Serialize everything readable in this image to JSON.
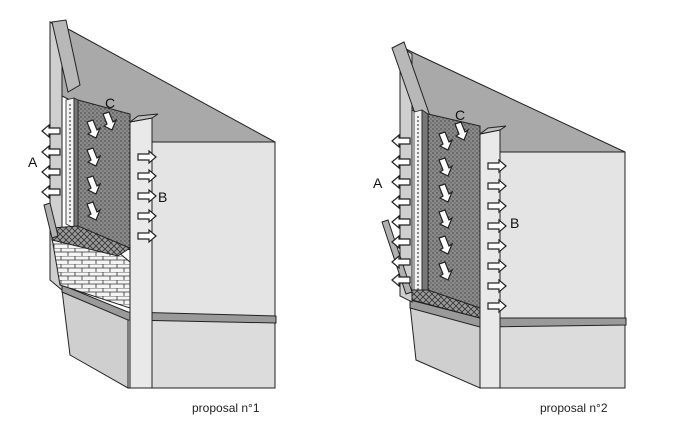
{
  "figures": [
    {
      "caption": "proposal n°1",
      "labels": {
        "a": "A",
        "b": "B",
        "c": "C"
      }
    },
    {
      "caption": "proposal n°2",
      "labels": {
        "a": "A",
        "b": "B",
        "c": "C"
      }
    }
  ],
  "colors": {
    "background": "#ffffff",
    "wall_light": "#e4e4e4",
    "wall_mid": "#cfcfcf",
    "roof": "#a9a9a9",
    "panel": "#8d8d8d",
    "outline": "#222222"
  },
  "icons": [
    "arrow-left-icon",
    "arrow-right-icon",
    "arrow-down-icon"
  ]
}
